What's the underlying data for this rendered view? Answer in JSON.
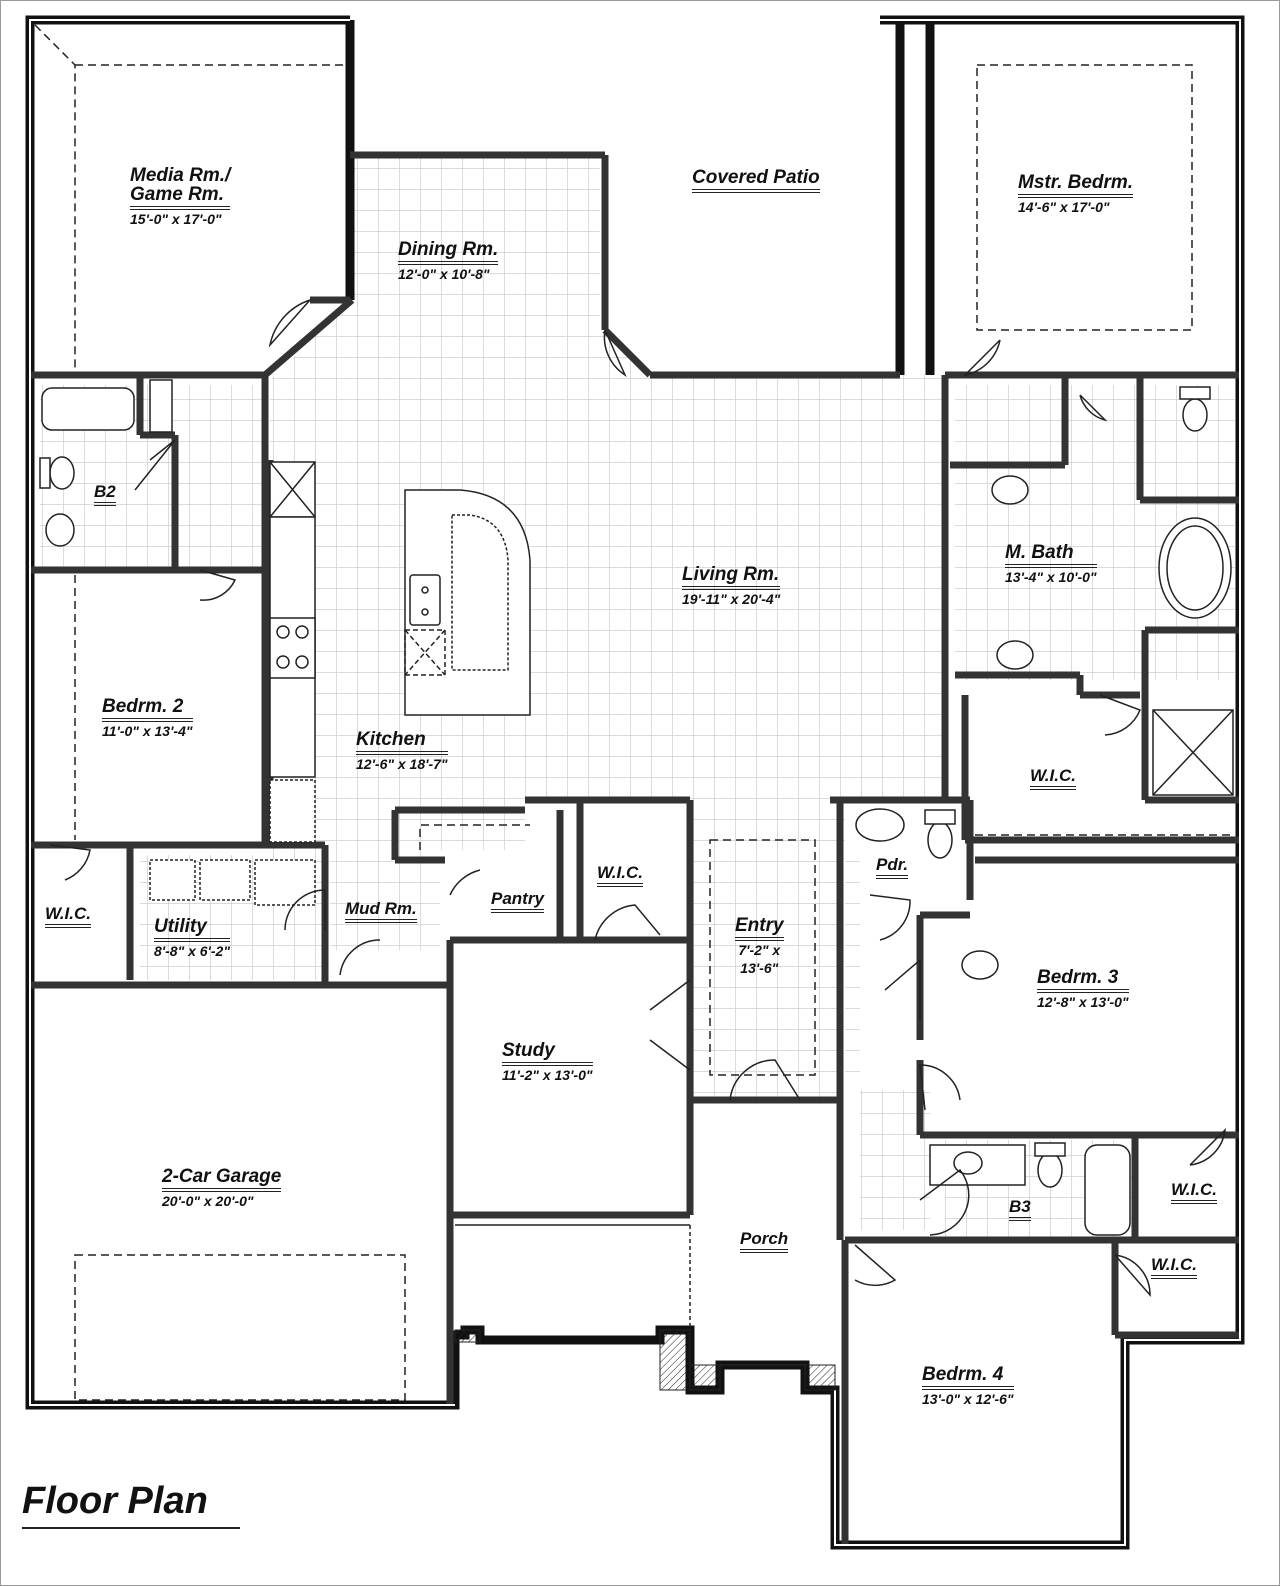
{
  "title": "Floor Plan",
  "colors": {
    "wall": "#555555",
    "wall_outline": "#111111",
    "tile_grid": "#cfcfcf",
    "background": "#ffffff"
  },
  "rooms": {
    "media": {
      "name": "Media Rm./",
      "name2": "Game Rm.",
      "dim": "15'-0\" x 17'-0\""
    },
    "patio": {
      "name": "Covered Patio"
    },
    "master": {
      "name": "Mstr. Bedrm.",
      "dim": "14'-6\" x 17'-0\""
    },
    "dining": {
      "name": "Dining Rm.",
      "dim": "12'-0\" x 10'-8\""
    },
    "b2": {
      "name": "B2"
    },
    "living": {
      "name": "Living Rm.",
      "dim": "19'-11\" x 20'-4\""
    },
    "mbath": {
      "name": "M. Bath",
      "dim": "13'-4\" x 10'-0\""
    },
    "bedrm2": {
      "name": "Bedrm. 2",
      "dim": "11'-0\" x 13'-4\""
    },
    "kitchen": {
      "name": "Kitchen",
      "dim": "12'-6\" x 18'-7\""
    },
    "mwic": {
      "name": "W.I.C."
    },
    "wic2": {
      "name": "W.I.C."
    },
    "utility": {
      "name": "Utility",
      "dim": "8'-8\" x 6'-2\""
    },
    "mudrm": {
      "name": "Mud Rm."
    },
    "pantry": {
      "name": "Pantry"
    },
    "studywic": {
      "name": "W.I.C."
    },
    "entry": {
      "name": "Entry",
      "dim": "7'-2\" x",
      "dim2": "13'-6\""
    },
    "pdr": {
      "name": "Pdr."
    },
    "bedrm3": {
      "name": "Bedrm. 3",
      "dim": "12'-8\" x 13'-0\""
    },
    "study": {
      "name": "Study",
      "dim": "11'-2\" x 13'-0\""
    },
    "garage": {
      "name": "2-Car Garage",
      "dim": "20'-0\" x 20'-0\""
    },
    "b3": {
      "name": "B3"
    },
    "wic3": {
      "name": "W.I.C."
    },
    "porch": {
      "name": "Porch"
    },
    "wic4": {
      "name": "W.I.C."
    },
    "bedrm4": {
      "name": "Bedrm. 4",
      "dim": "13'-0\" x 12'-6\""
    }
  }
}
